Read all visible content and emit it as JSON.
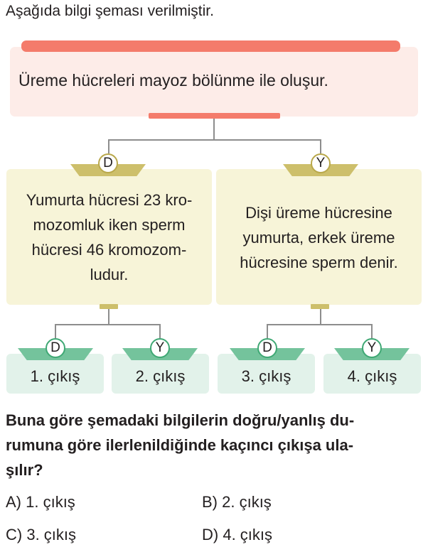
{
  "intro": "Aşağıda bilgi şeması verilmiştir.",
  "root": {
    "text": "Üreme hücreleri mayoz bölünme ile oluşur."
  },
  "branches": {
    "left": {
      "badge": "D",
      "lines": [
        "Yumurta hücresi 23 kro-",
        "mozomluk iken sperm",
        "hücresi 46 kromozom-",
        "ludur."
      ]
    },
    "right": {
      "badge": "Y",
      "lines": [
        "Dişi üreme hücresine",
        "yumurta, erkek üreme",
        "hücresine sperm denir."
      ]
    }
  },
  "outputs": [
    {
      "badge": "D",
      "label": "1. çıkış"
    },
    {
      "badge": "Y",
      "label": "2. çıkış"
    },
    {
      "badge": "D",
      "label": "3. çıkış"
    },
    {
      "badge": "Y",
      "label": "4. çıkış"
    }
  ],
  "question": {
    "lines": [
      "Buna göre şemadaki bilgilerin doğru/yanlış du-",
      "rumuna göre ilerlenildiğinde kaçıncı çıkışa ula-",
      "şılır?"
    ]
  },
  "options": [
    {
      "letter": "A)",
      "text": "1. çıkış"
    },
    {
      "letter": "B)",
      "text": "2. çıkış"
    },
    {
      "letter": "C)",
      "text": "3. çıkış"
    },
    {
      "letter": "D)",
      "text": "4. çıkış"
    }
  ],
  "colors": {
    "root_bar": "#f47b6b",
    "root_bg": "#fdece8",
    "mid_bg": "#f7f4d8",
    "mid_accent": "#cdbf6b",
    "out_bg": "#e2f2ea",
    "out_accent": "#74c39c"
  }
}
